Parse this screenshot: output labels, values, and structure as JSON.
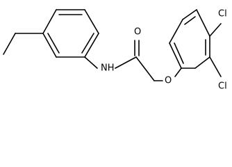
{
  "molecule": {
    "atoms": {
      "nh": "NH",
      "o_carbonyl": "O",
      "o_ether": "O",
      "cl_para": "Cl",
      "cl_ortho": "Cl"
    },
    "colors": {
      "bond": "#000000",
      "label": "#000000",
      "background": "#ffffff"
    }
  }
}
